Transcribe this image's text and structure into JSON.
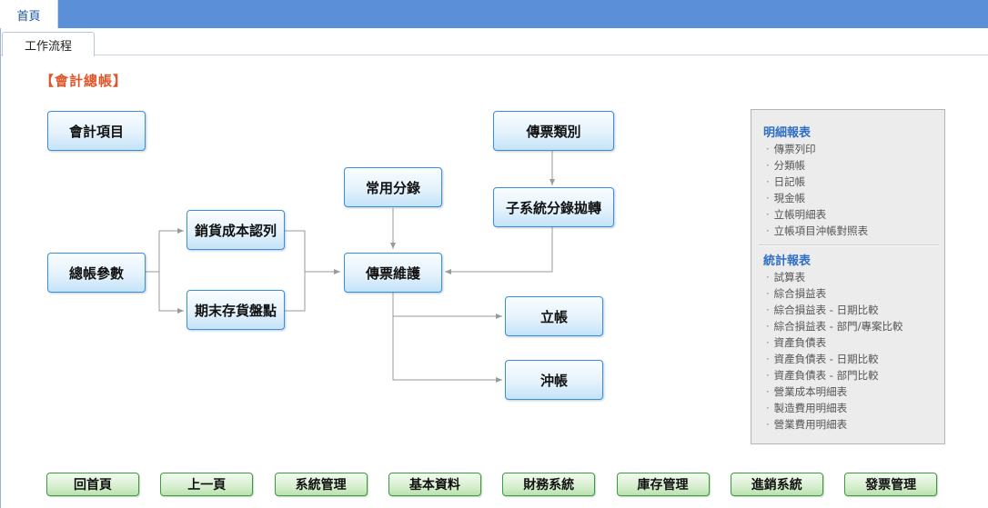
{
  "tabs": {
    "home": "首頁",
    "workflow": "工作流程"
  },
  "section_title": "【會計總帳】",
  "flow": {
    "account_items": "會計項目",
    "voucher_category": "傳票類別",
    "common_entries": "常用分錄",
    "subsystem_transfer": "子系統分錄拋轉",
    "cogs_recognition": "銷貨成本認列",
    "gl_parameters": "總帳參數",
    "voucher_maintenance": "傳票維護",
    "ending_inventory": "期末存貨盤點",
    "open_account": "立帳",
    "offset_account": "沖帳"
  },
  "reports": {
    "detail_title": "明細報表",
    "detail_items": [
      "傳票列印",
      "分類帳",
      "日記帳",
      "現金帳",
      "立帳明細表",
      "立帳項目沖帳對照表"
    ],
    "stats_title": "統計報表",
    "stats_items": [
      "試算表",
      "綜合損益表",
      "綜合損益表 - 日期比較",
      "綜合損益表 - 部門/專案比較",
      "資產負債表",
      "資產負債表 - 日期比較",
      "資產負債表 - 部門比較",
      "營業成本明細表",
      "製造費用明細表",
      "營業費用明細表"
    ]
  },
  "bottom_nav": [
    "回首頁",
    "上一頁",
    "系統管理",
    "基本資料",
    "財務系統",
    "庫存管理",
    "進銷系統",
    "發票管理"
  ],
  "colors": {
    "topbar": "#5b8fd8",
    "title": "#e0562a",
    "report_head": "#2f6fc4",
    "box_border": "#3a8fd6",
    "button_border": "#3f9a3f"
  }
}
